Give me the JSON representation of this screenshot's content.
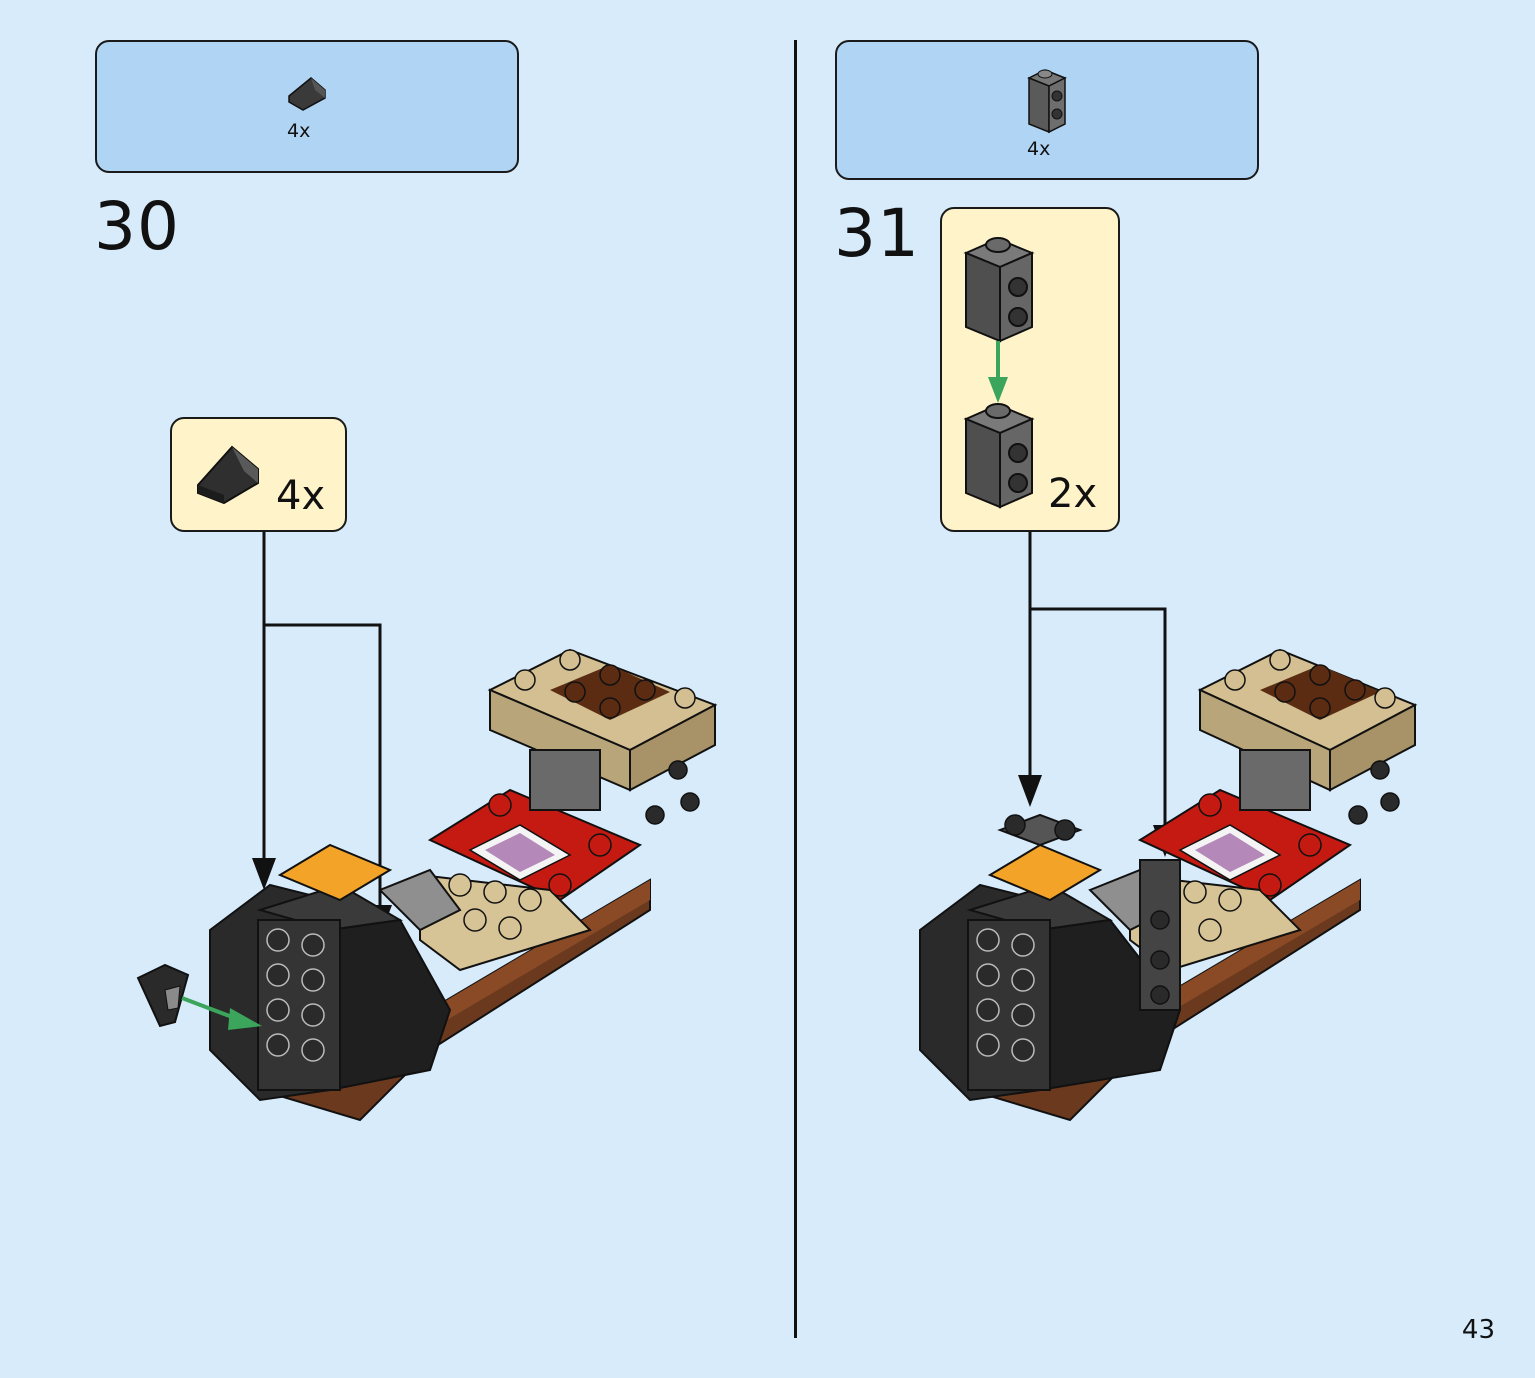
{
  "page": {
    "number": "43"
  },
  "steps": [
    {
      "number": "30",
      "parts_list": {
        "part": "slope-brick-icon",
        "quantity": "4x"
      },
      "callout": {
        "part": "slope-brick-icon",
        "quantity": "4x"
      }
    },
    {
      "number": "31",
      "parts_list": {
        "part": "side-stud-brick-icon",
        "quantity": "4x"
      },
      "callout": {
        "part": "side-stud-brick-icon",
        "quantity": "2x"
      }
    }
  ],
  "colors": {
    "background": "#d7ebfb",
    "parts_box": "#b0d4f3",
    "callout": "#fff4c9",
    "assembly_arrow": "#3aa55b"
  }
}
